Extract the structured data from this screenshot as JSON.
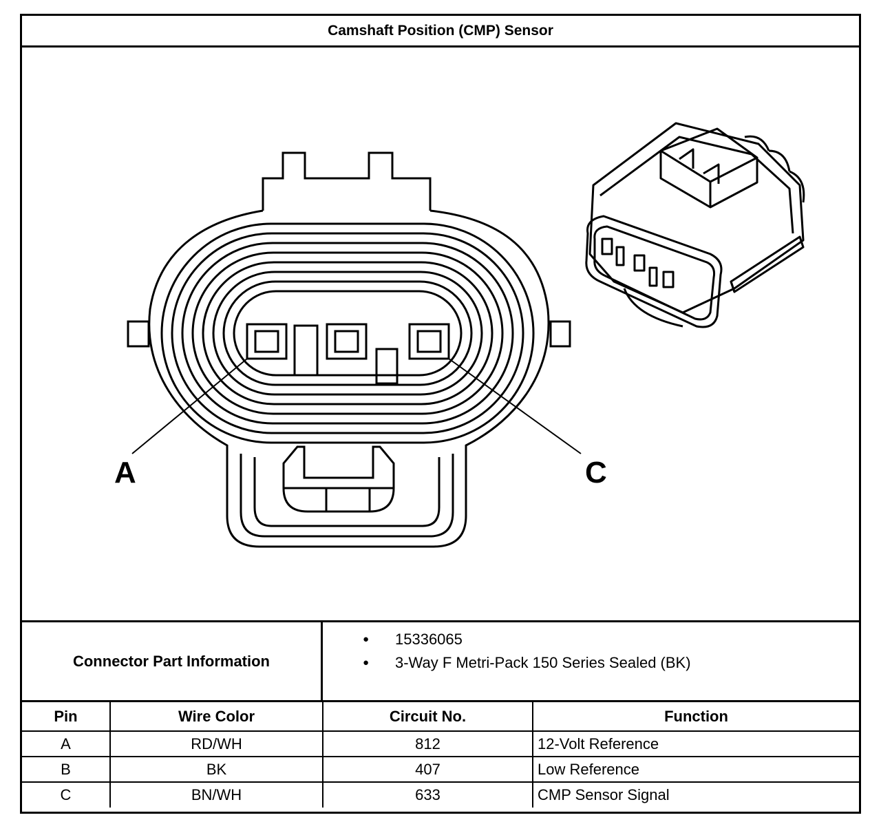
{
  "title": "Camshaft Position (CMP) Sensor",
  "callouts": {
    "left": "A",
    "right": "C"
  },
  "part_info": {
    "label": "Connector Part Information",
    "items": [
      "15336065",
      "3-Way F Metri-Pack 150 Series Sealed (BK)"
    ]
  },
  "table": {
    "headers": [
      "Pin",
      "Wire Color",
      "Circuit No.",
      "Function"
    ],
    "rows": [
      [
        "A",
        "RD/WH",
        "812",
        "12-Volt Reference"
      ],
      [
        "B",
        "BK",
        "407",
        "Low Reference"
      ],
      [
        "C",
        "BN/WH",
        "633",
        "CMP Sensor Signal"
      ]
    ]
  }
}
